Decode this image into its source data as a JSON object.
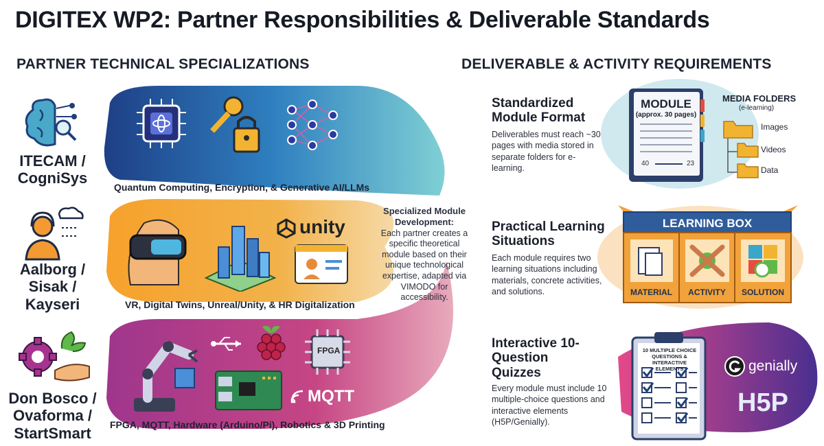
{
  "title": "DIGITEX WP2: Partner Responsibilities & Deliverable Standards",
  "left_section": {
    "heading": "PARTNER TECHNICAL SPECIALIZATIONS",
    "partners": [
      {
        "name": "ITECAM / CogniSys",
        "caption": "Quantum Computing, Encryption, & Generative AI/LLMs"
      },
      {
        "name": "Aalborg / Sisak / Kayseri",
        "caption": "VR, Digital Twins, Unreal/Unity, & HR Digitalization",
        "logo_text": "unity"
      },
      {
        "name": "Don Bosco / Ovaforma / StartSmart",
        "caption": "FPGA, MQTT, Hardware (Arduino/Pi), Robotics & 3D Printing",
        "chip_text": "FPGA",
        "mqtt_text": "MQTT"
      }
    ]
  },
  "center": {
    "heading": "Specialized Module Development:",
    "body": "Each partner creates a specific theoretical module based on their unique technological expertise, adapted via VIMODO for accessibility."
  },
  "right_section": {
    "heading": "DELIVERABLE & ACTIVITY REQUIREMENTS",
    "items": [
      {
        "title": "Standardized Module Format",
        "body": "Deliverables must reach ~30 pages with media stored in separate folders for e-learning.",
        "book_title": "MODULE",
        "book_sub": "(approx. 30 pages)",
        "page_left": "40",
        "page_right": "23",
        "folders_title": "MEDIA FOLDERS",
        "folders_sub": "(e-learning)",
        "folders": [
          "Images",
          "Videos",
          "Data"
        ]
      },
      {
        "title": "Practical Learning Situations",
        "body": "Each module requires two learning situations including materials, concrete activities, and solutions.",
        "box_title": "LEARNING BOX",
        "compartments": [
          "MATERIAL",
          "ACTIVITY",
          "SOLUTION"
        ]
      },
      {
        "title": "Interactive 10-Question Quizzes",
        "body": "Every module must include 10 multiple-choice questions and interactive elements (H5P/Genially).",
        "clipboard_text": "10 MULTIPLE CHOICE QUESTIONS & INTERACTIVE ELEMENTS",
        "brand1": "genially",
        "brand2": "H5P"
      }
    ]
  },
  "colors": {
    "teal": "#3aa6c8",
    "orange": "#f08a2a",
    "magenta": "#b0307a",
    "navy": "#1f3f7a"
  }
}
